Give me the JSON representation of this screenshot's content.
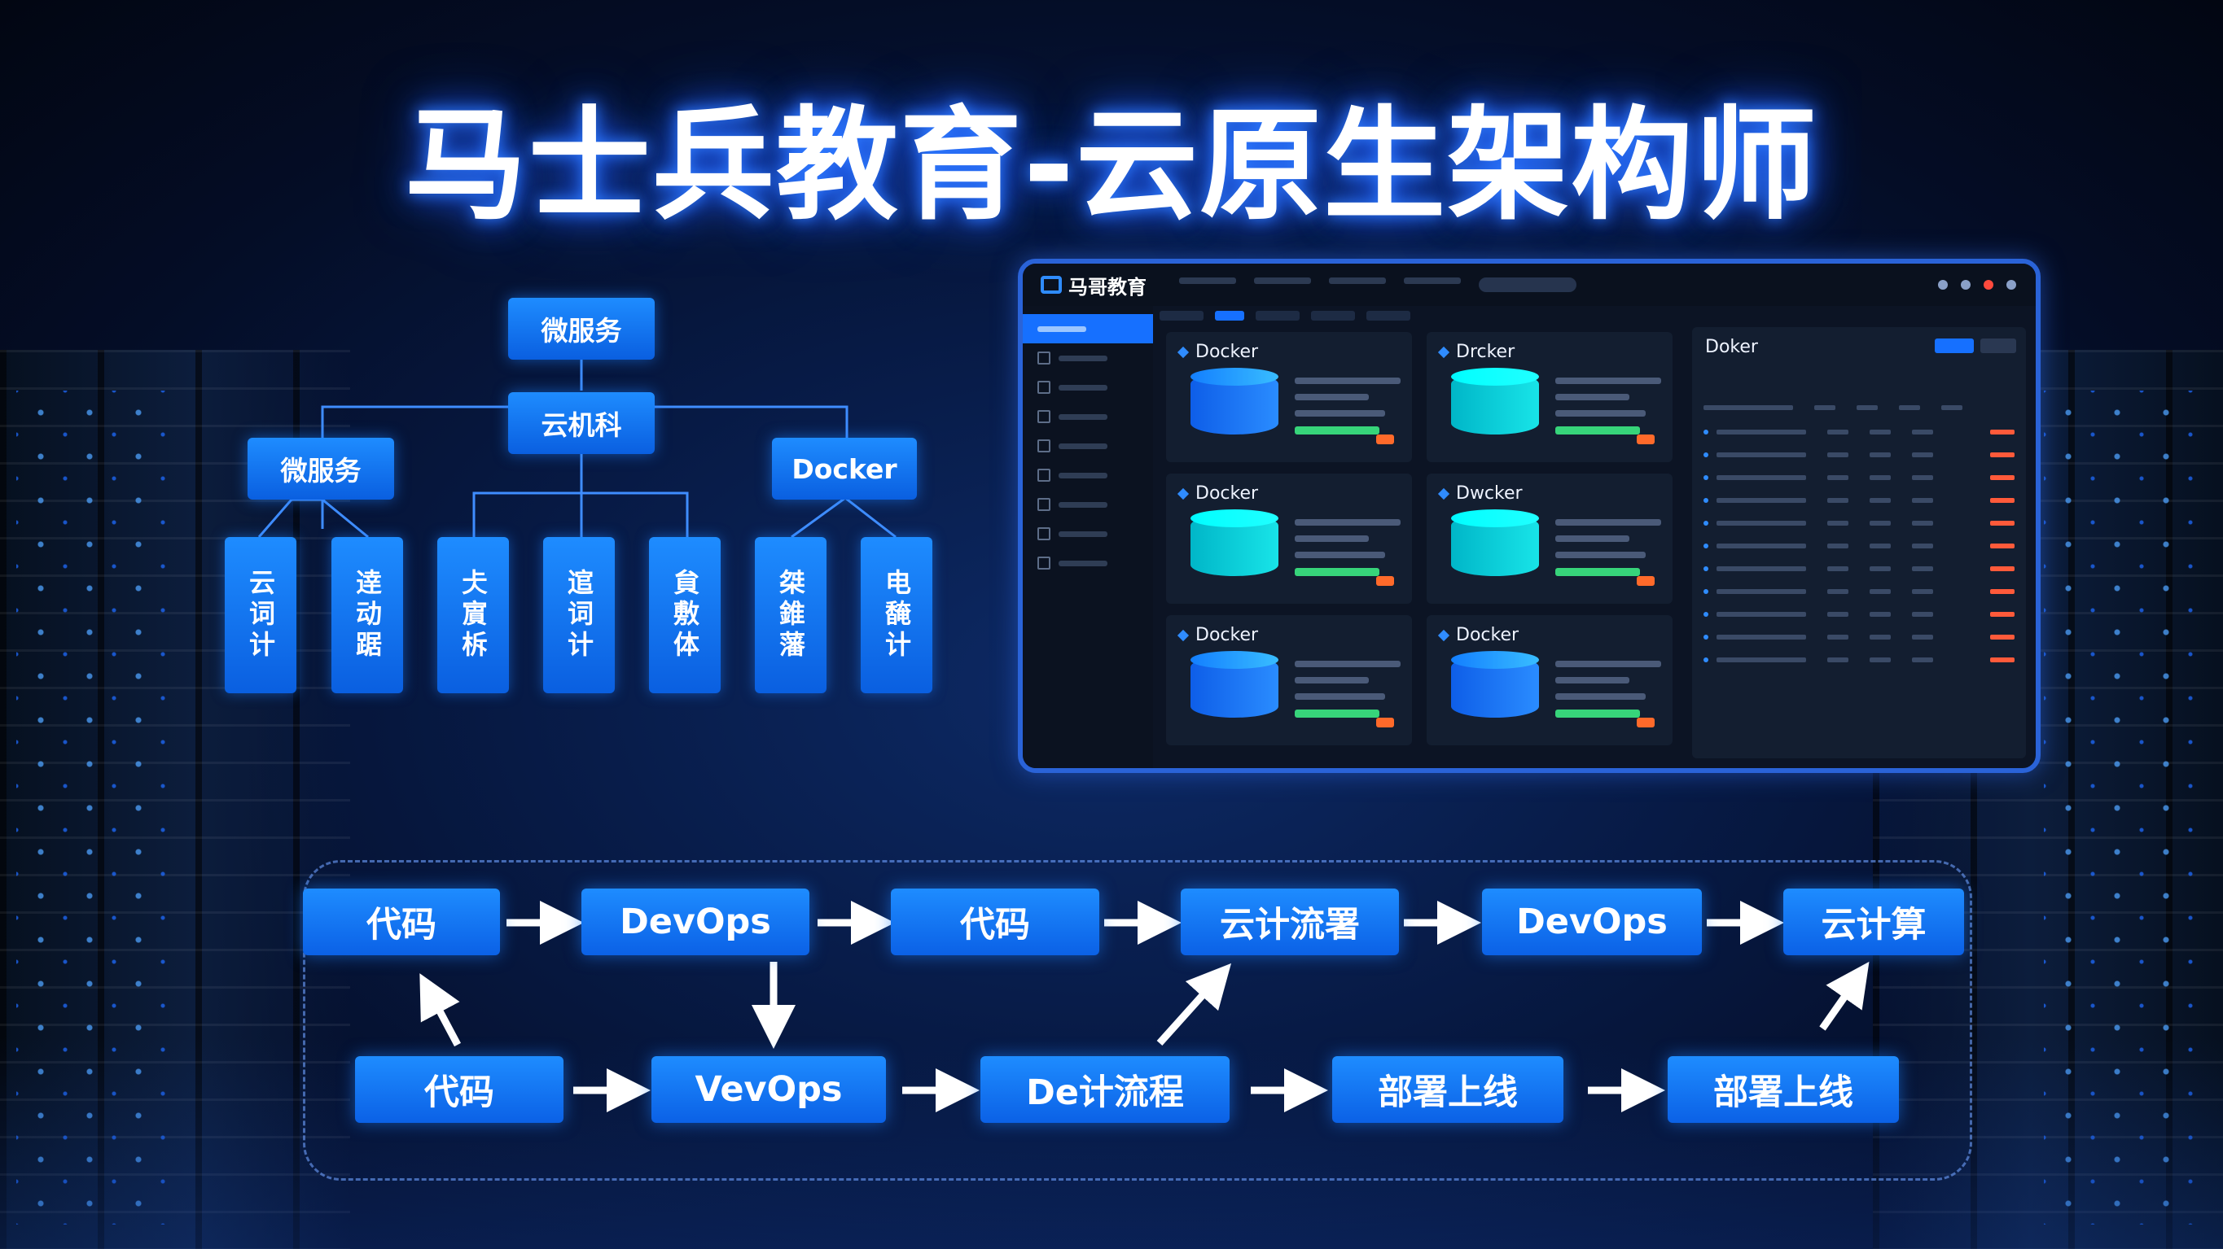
{
  "title": "马士兵教育-云原生架构师",
  "colors": {
    "accent": "#1e8cff",
    "frame": "#2a63d8",
    "background": "#071a45"
  },
  "org_chart": {
    "top": "微服务",
    "middle": "云机科",
    "left": "微服务",
    "right": "Docker",
    "leaves": [
      "云词计",
      "逹动踞",
      "仧賔柝",
      "逭词计",
      "貟敷体",
      "桀錐藩",
      "电馣计"
    ]
  },
  "dashboard": {
    "logo": "马哥教育",
    "cards": [
      "Docker",
      "Drcker",
      "Docker",
      "Dwcker",
      "Docker",
      "Docker"
    ],
    "panel_title": "Doker"
  },
  "flow": {
    "top_row": [
      "代码",
      "DevOps",
      "代码",
      "云计流署",
      "DevOps",
      "云计算"
    ],
    "bottom_row": [
      "代码",
      "VevOps",
      "De计流程",
      "部署上线",
      "部署上线"
    ]
  }
}
